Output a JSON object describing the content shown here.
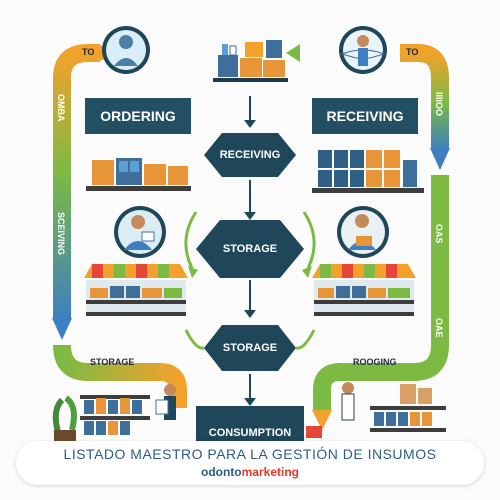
{
  "labels": {
    "to_left": "TO",
    "to_right": "TO",
    "ordering": "ORDERING",
    "receiving_right": "RECEIVING",
    "receiving_center": "RECEIVING",
    "storage_upper": "STORAGE",
    "storage_lower": "STORAGE",
    "consumption": "CONSUMPTION",
    "storage_banner": "STORAGE",
    "rooging_banner": "ROOGING",
    "side_left_top": "OMBA",
    "side_left_mid": "SCEIVING",
    "side_right_top": "IIIIOO",
    "side_right_mid": "OAS",
    "side_right_low": "OAE"
  },
  "footer": {
    "title": "LISTADO MAESTRO PARA LA GESTIÓN DE INSUMOS",
    "brand_part1": "odonto",
    "brand_part2": "marketing"
  },
  "colors": {
    "navy": "#1f4659",
    "teal": "#234f63",
    "orange": "#f2a22c",
    "green": "#74b541",
    "blue": "#3d7fc1",
    "footer_text": "#2b5d87",
    "brand_red": "#e23a2a"
  }
}
